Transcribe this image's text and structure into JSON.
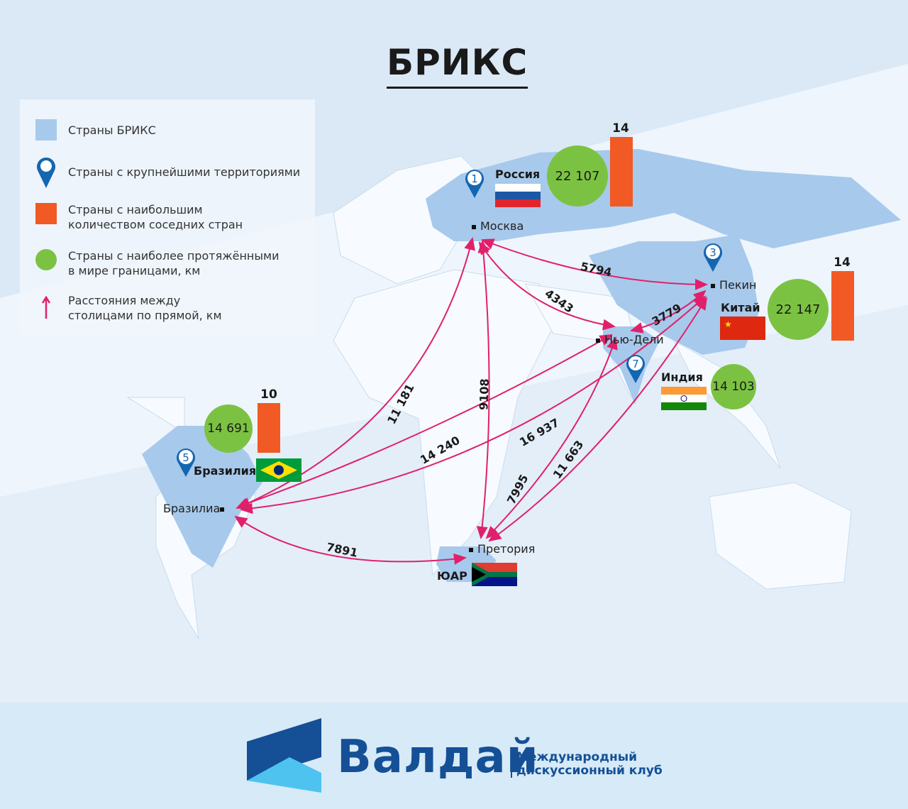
{
  "title": "БРИКС",
  "legend": {
    "brics": "Страны БРИКС",
    "territory": "Страны с крупнейшими территориями",
    "neighbors_1": "Страны с наибольшим",
    "neighbors_2": "количеством соседних стран",
    "borders_1": "Страны с наиболее протяжёнными",
    "borders_2": "в мире границами, км",
    "distance_1": "Расстояния между",
    "distance_2": "столицами по прямой, км"
  },
  "countries": {
    "russia": {
      "name": "Россия",
      "capital": "Москва",
      "rank": "1",
      "border_km": "22 107",
      "neighbors": "14"
    },
    "china": {
      "name": "Китай",
      "capital": "Пекин",
      "rank": "3",
      "border_km": "22 147",
      "neighbors": "14"
    },
    "india": {
      "name": "Индия",
      "capital": "Нью-Дели",
      "rank": "7",
      "border_km": "14 103"
    },
    "brazil": {
      "name": "Бразилия",
      "capital": "Бразилиа",
      "rank": "5",
      "border_km": "14 691",
      "neighbors": "10"
    },
    "sa": {
      "name": "ЮАР",
      "capital": "Претория"
    }
  },
  "distances": {
    "mos_bei": "5794",
    "mos_del": "4343",
    "del_bei": "3779",
    "mos_bra": "11 181",
    "mos_pre": "9108",
    "bra_del": "14 240",
    "bra_bei": "16 937",
    "pre_del": "7995",
    "pre_bei": "11 663",
    "bra_pre": "7891"
  },
  "colors": {
    "brics": "#a7c9ec",
    "arrow": "#e0206a",
    "green": "#7cc242",
    "orange": "#f15a24",
    "pin": "#1566b0"
  },
  "footer": {
    "brand": "Валдай",
    "sub_1": "Международный",
    "sub_2": "дискуссионный клуб"
  }
}
